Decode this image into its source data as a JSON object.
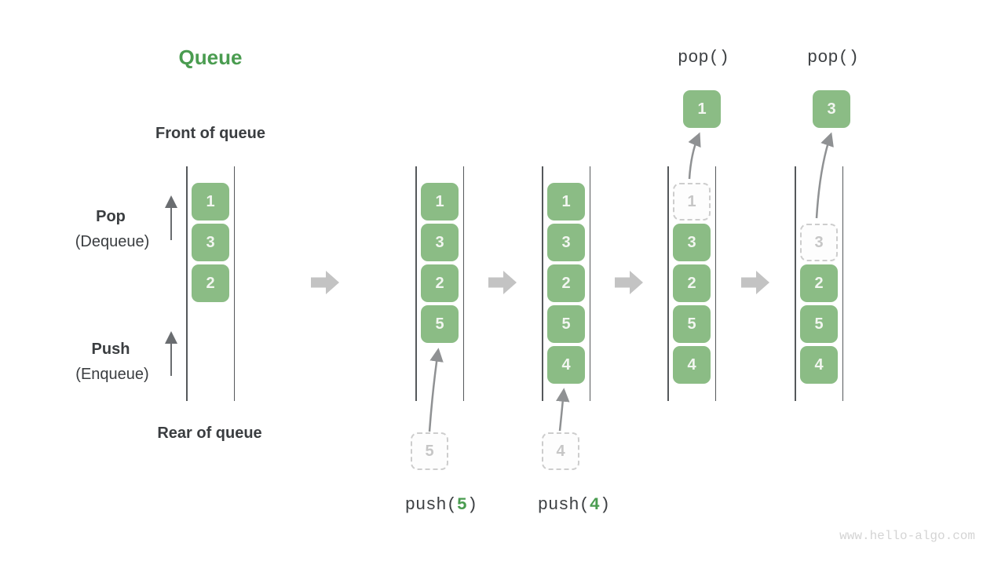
{
  "title": "Queue",
  "watermark": "www.hello-algo.com",
  "labels": {
    "front": "Front of queue",
    "rear": "Rear of queue",
    "pop_bold": "Pop",
    "pop_sub": "(Dequeue)",
    "push_bold": "Push",
    "push_sub": "(Enqueue)"
  },
  "ops": {
    "pop_a": "pop()",
    "pop_b": "pop()",
    "push_a": {
      "fn": "push(",
      "arg": "5",
      "close": ")"
    },
    "push_b": {
      "fn": "push(",
      "arg": "4",
      "close": ")"
    }
  },
  "states": [
    {
      "name": "initial",
      "cells": [
        "1",
        "3",
        "2"
      ]
    },
    {
      "name": "after-push-5",
      "cells": [
        "1",
        "3",
        "2",
        "5"
      ],
      "incoming": "5"
    },
    {
      "name": "after-push-4",
      "cells": [
        "1",
        "3",
        "2",
        "5",
        "4"
      ],
      "incoming": "4"
    },
    {
      "name": "pop-first",
      "ghost": "1",
      "cells": [
        "3",
        "2",
        "5",
        "4"
      ],
      "popped": "1"
    },
    {
      "name": "pop-second",
      "ghost": "3",
      "cells": [
        "2",
        "5",
        "4"
      ],
      "popped": "3"
    }
  ],
  "colors": {
    "accent_green": "#4A9C50",
    "cell_green": "#8BBC85",
    "cell_text": "#F2F6F0",
    "ghost_border": "#CDCDCD",
    "ghost_text": "#C6C6C6",
    "wall_line": "#55585B",
    "flow_arrow": "#C3C3C3",
    "motion_arrow": "#8F9193",
    "label_text": "#3A3D40",
    "watermark_text": "#D4D4D4"
  }
}
